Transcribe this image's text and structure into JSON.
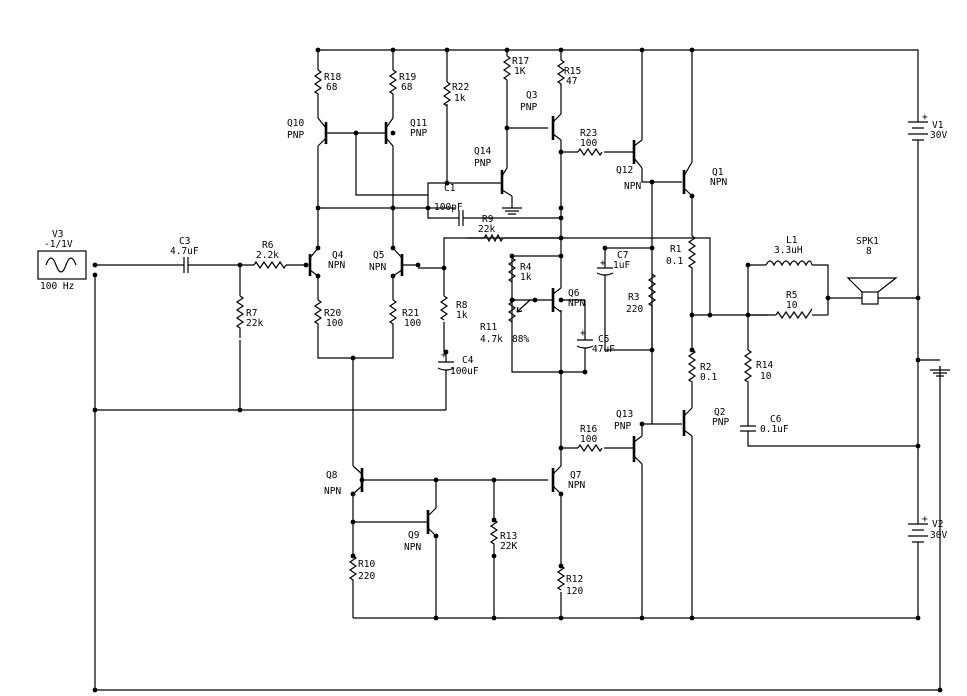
{
  "labels": {
    "v3_name": "V3",
    "v3_value": "-1/1V",
    "v3_freq": "100 Hz",
    "c3_name": "C3",
    "c3_value": "4.7uF",
    "r6_name": "R6",
    "r6_value": "2.2k",
    "r7_name": "R7",
    "r7_value": "22k",
    "r18_name": "R18",
    "r18_value": "68",
    "r19_name": "R19",
    "r19_value": "68",
    "q10_name": "Q10",
    "q10_type": "PNP",
    "q11_name": "Q11",
    "q11_type": "PNP",
    "r22_name": "R22",
    "r22_value": "1k",
    "r17_name": "R17",
    "r17_value": "1K",
    "r15_name": "R15",
    "r15_value": "47",
    "q3_name": "Q3",
    "q3_type": "PNP",
    "q14_name": "Q14",
    "q14_type": "PNP",
    "c1_name": "C1",
    "c1_value": "100pF",
    "r9_name": "R9",
    "r9_value": "22k",
    "r23_name": "R23",
    "r23_value": "100",
    "q12_name": "Q12",
    "q12_type": "NPN",
    "q1_name": "Q1",
    "q1_type": "NPN",
    "q4_name": "Q4",
    "q4_type": "NPN",
    "q5_name": "Q5",
    "q5_type": "NPN",
    "r8_name": "R8",
    "r8_value": "1k",
    "c4_name": "C4",
    "c4_value": "100uF",
    "r20_name": "R20",
    "r20_value": "100",
    "r21_name": "R21",
    "r21_value": "100",
    "r4_name": "R4",
    "r4_value": "1k",
    "r11_name": "R11",
    "r11_value": "4.7k",
    "r11_setting": "88%",
    "q6_name": "Q6",
    "q6_type": "NPN",
    "c7_name": "C7",
    "c7_value": "1uF",
    "c5_name": "C5",
    "c5_value": "47uF",
    "r3_name": "R3",
    "r3_value": "220",
    "r1_name": "R1",
    "r1_value": "0.1",
    "r2_name": "R2",
    "r2_value": "0.1",
    "l1_name": "L1",
    "l1_value": "3.3uH",
    "r5_name": "R5",
    "r5_value": "10",
    "spk1_name": "SPK1",
    "spk1_value": "8",
    "v1_name": "V1",
    "v1_value": "30V",
    "v2_name": "V2",
    "v2_value": "30V",
    "r14_name": "R14",
    "r14_value": "10",
    "c6_name": "C6",
    "c6_value": "0.1uF",
    "q2_name": "Q2",
    "q2_type": "PNP",
    "q13_name": "Q13",
    "q13_type": "PNP",
    "r16_name": "R16",
    "r16_value": "100",
    "q8_name": "Q8",
    "q8_type": "NPN",
    "q7_name": "Q7",
    "q7_type": "NPN",
    "q9_name": "Q9",
    "q9_type": "NPN",
    "r10_name": "R10",
    "r10_value": "220",
    "r13_name": "R13",
    "r13_value": "22K",
    "r12_name": "R12",
    "r12_value": "120"
  }
}
